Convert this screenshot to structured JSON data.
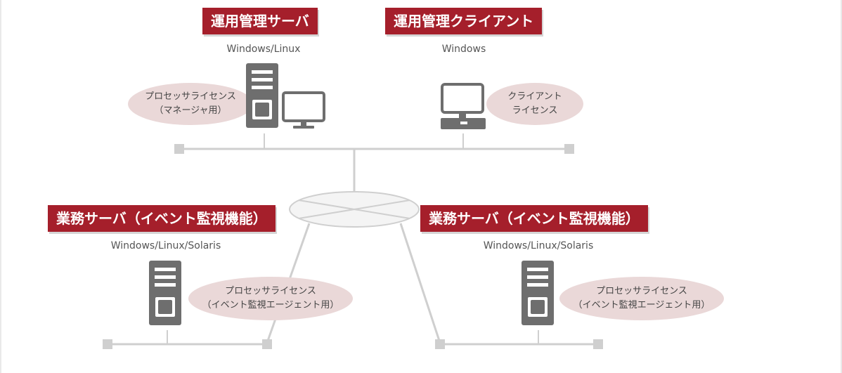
{
  "nodes": {
    "mgmt_server": {
      "title": "運用管理サーバ",
      "os": "Windows/Linux",
      "license": [
        "プロセッサライセンス",
        "（マネージャ用）"
      ]
    },
    "mgmt_client": {
      "title": "運用管理クライアント",
      "os": "Windows",
      "license": [
        "クライアント",
        "ライセンス"
      ]
    },
    "biz_server_left": {
      "title": "業務サーバ（イベント監視機能）",
      "os": "Windows/Linux/Solaris",
      "license": [
        "プロセッサライセンス",
        "（イベント監視エージェント用）"
      ]
    },
    "biz_server_right": {
      "title": "業務サーバ（イベント監視機能）",
      "os": "Windows/Linux/Solaris",
      "license": [
        "プロセッサライセンス",
        "（イベント監視エージェント用）"
      ]
    }
  },
  "icons": {
    "server": "server-tower-icon",
    "monitor": "monitor-icon",
    "client": "desktop-computer-icon",
    "network": "network-hub-icon"
  },
  "colors": {
    "title_bg": "#a51f2b",
    "title_text": "#ffffff",
    "license_bg": "#ead8d8",
    "device_gray": "#6e6e6e",
    "line_gray": "#cfcfcf"
  }
}
